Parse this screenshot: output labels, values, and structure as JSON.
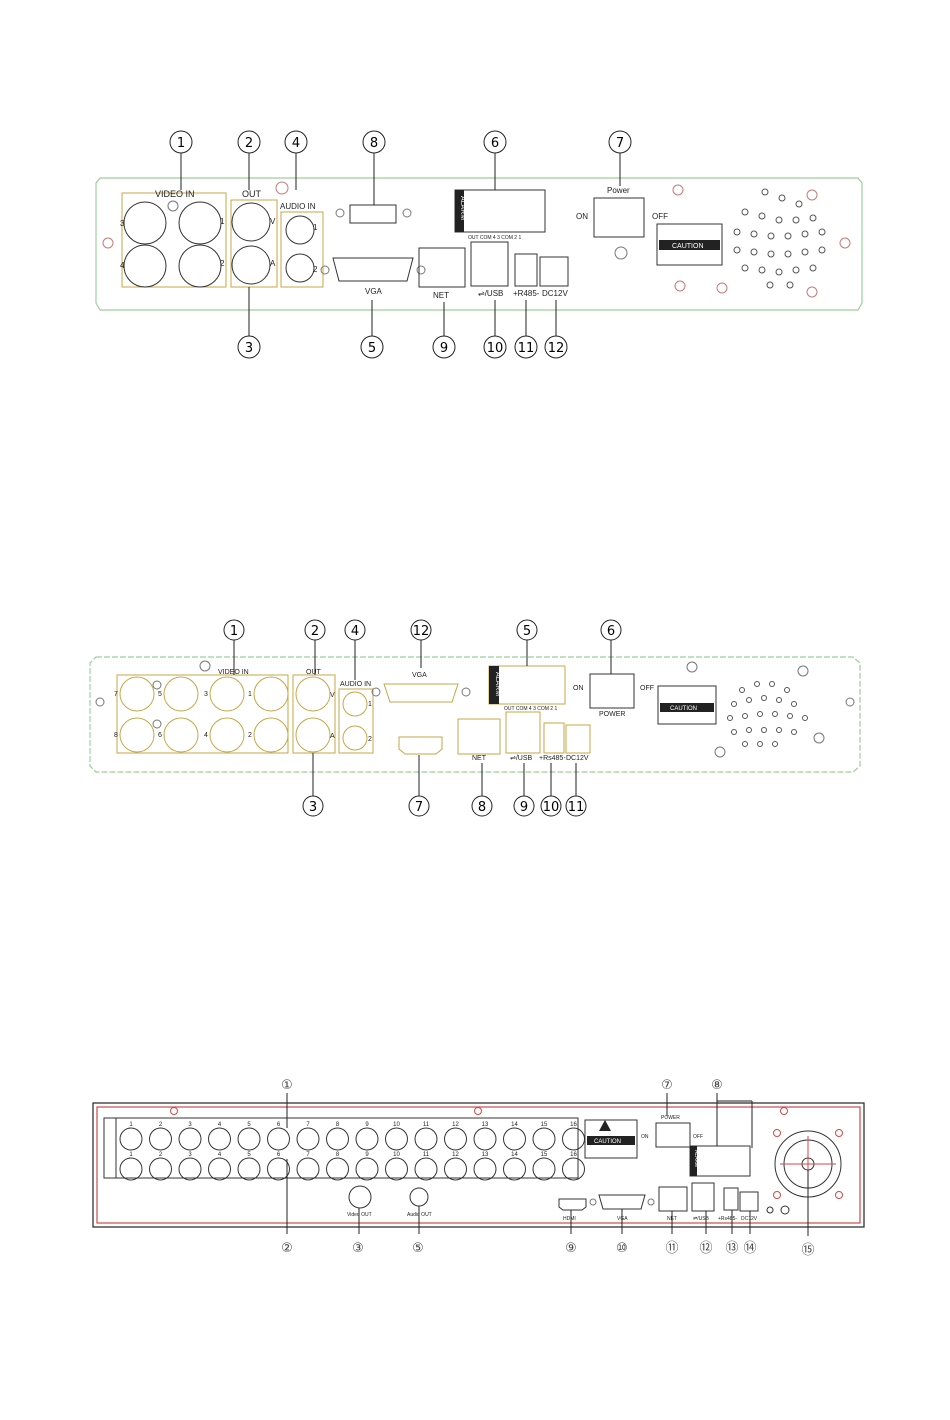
{
  "panel1": {
    "callouts_top": [
      "1",
      "2",
      "4",
      "8",
      "6",
      "7"
    ],
    "callouts_bottom": [
      "3",
      "5",
      "9",
      "10",
      "11",
      "12"
    ],
    "labels": {
      "video_in": "VIDEO IN",
      "out": "OUT",
      "audio_in": "AUDIO IN",
      "v": "V",
      "a": "A",
      "ch3": "3",
      "ch4": "4",
      "ch1": "1",
      "ch2": "2",
      "aud1": "1",
      "aud2": "2",
      "alarm": "ALARM",
      "alarm_terms": "OUT  COM  4   3  COM  2   1",
      "power": "Power",
      "on": "ON",
      "off": "OFF",
      "caution": "CAUTION",
      "vga": "VGA",
      "net": "NET",
      "usb": "⇌/USB",
      "rs485": "+R485-",
      "dc12v": "DC12V"
    }
  },
  "panel2": {
    "callouts_top": [
      "1",
      "2",
      "4",
      "12",
      "5",
      "6"
    ],
    "callouts_bottom": [
      "3",
      "7",
      "8",
      "9",
      "10",
      "11"
    ],
    "labels": {
      "video_in": "VIDEO IN",
      "out": "OUT",
      "audio_in": "AUDIO IN",
      "vga": "VGA",
      "v": "V",
      "a": "A",
      "ch7": "7",
      "ch5": "5",
      "ch3": "3",
      "ch1": "1",
      "ch8": "8",
      "ch6": "6",
      "ch4": "4",
      "ch2": "2",
      "aud1": "1",
      "aud2": "2",
      "alarm": "ALARM",
      "alarm_terms": "OUT  COM  4   3  COM  2   1",
      "on": "ON",
      "off": "OFF",
      "power": "POWER",
      "caution": "CAUTION",
      "net": "NET",
      "usb": "⇌/USB",
      "rs485": "+Rs485-",
      "dc12v": "DC12V"
    }
  },
  "panel3": {
    "callouts_top": [
      "①",
      "⑦",
      "⑧"
    ],
    "callouts_bottom": [
      "②",
      "③",
      "⑤",
      "⑨",
      "⑩",
      "⑪",
      "⑫",
      "⑬",
      "⑭",
      "⑮"
    ],
    "channel_numbers": [
      "1",
      "2",
      "3",
      "4",
      "5",
      "6",
      "7",
      "8",
      "9",
      "10",
      "11",
      "12",
      "13",
      "14",
      "15",
      "16"
    ],
    "labels": {
      "caution": "CAUTION",
      "power": "POWER",
      "on": "ON",
      "off": "OFF",
      "alarm": "ALARM",
      "video_out": "Video OUT",
      "audio_out": "Audio OUT",
      "hdmi": "HDMI",
      "vga": "VGA",
      "net": "NET",
      "usb": "⇌/USB",
      "rs485": "+Rs485-",
      "dc12v": "DC12V"
    }
  },
  "colors": {
    "panel1_outline": "#9ccf9c",
    "panel2_outline": "#9ccf9c",
    "panel3_outline": "#d04a4a",
    "connector_outline": "#c9a646",
    "line": "#222222"
  }
}
